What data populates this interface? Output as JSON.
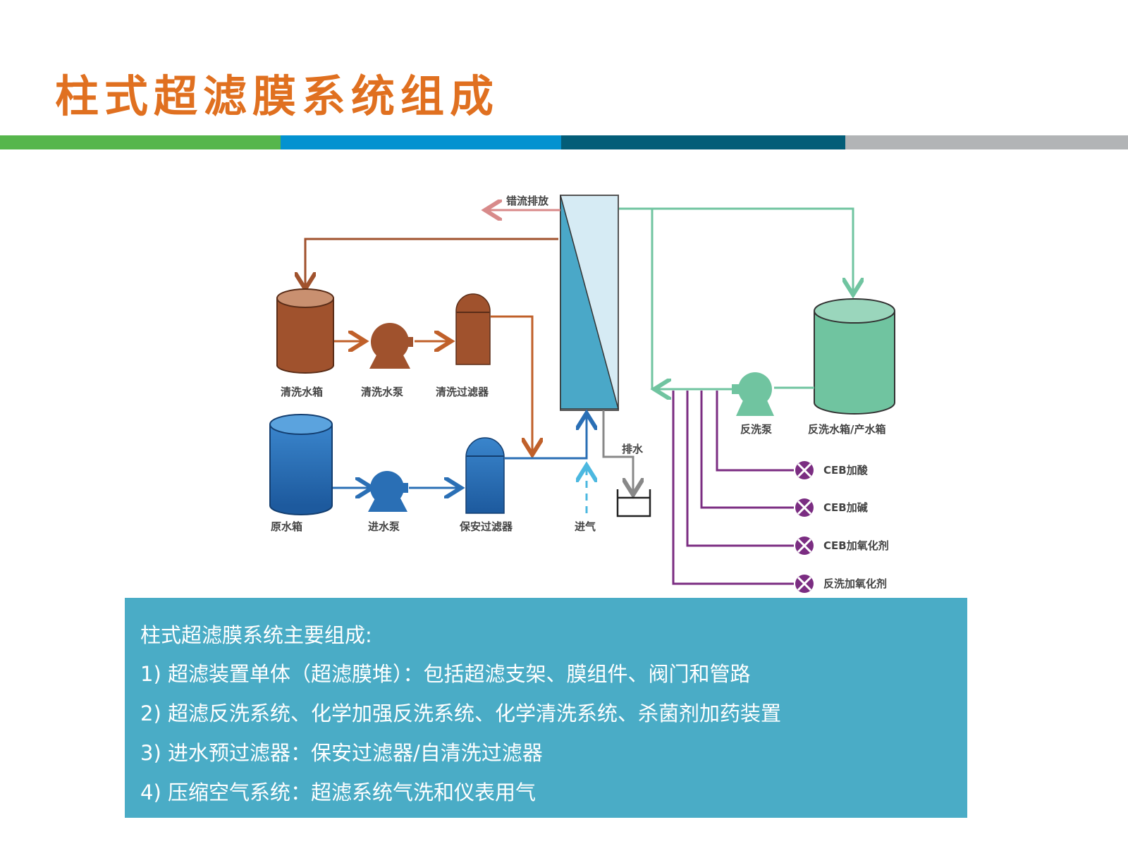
{
  "slide": {
    "title": "柱式超滤膜系统组成",
    "stripe_colors": [
      "#56b64c",
      "#0392d0",
      "#035d78",
      "#b2b4b6"
    ]
  },
  "diagram": {
    "colors": {
      "cleaning": "#a0522d",
      "feed": "#2a6fb5",
      "backwash": "#70c4a0",
      "chemical": "#7b2d82",
      "reject": "#d88a8a",
      "drain": "#888888",
      "air": "#4cb8e0",
      "module_dark": "#4aa8c8",
      "module_light": "#d6ebf4"
    },
    "labels": {
      "reject_discharge": "错流排放",
      "cleaning_tank": "清洗水箱",
      "cleaning_pump": "清洗水泵",
      "cleaning_filter": "清洗过滤器",
      "raw_water_tank": "原水箱",
      "feed_pump": "进水泵",
      "security_filter": "保安过滤器",
      "air_inlet": "进气",
      "drain": "排水",
      "backwash_pump": "反洗泵",
      "backwash_tank": "反洗水箱/产水箱",
      "ceb_acid": "CEB加酸",
      "ceb_alkali": "CEB加碱",
      "ceb_oxidant": "CEB加氧化剂",
      "backwash_oxidant": "反洗加氧化剂"
    }
  },
  "info": {
    "heading": "柱式超滤膜系统主要组成:",
    "items": [
      "1) 超滤装置单体（超滤膜堆）：包括超滤支架、膜组件、阀门和管路",
      "2) 超滤反洗系统、化学加强反洗系统、化学清洗系统、杀菌剂加药装置",
      "3) 进水预过滤器：保安过滤器/自清洗过滤器",
      "4) 压缩空气系统：超滤系统气洗和仪表用气"
    ]
  }
}
